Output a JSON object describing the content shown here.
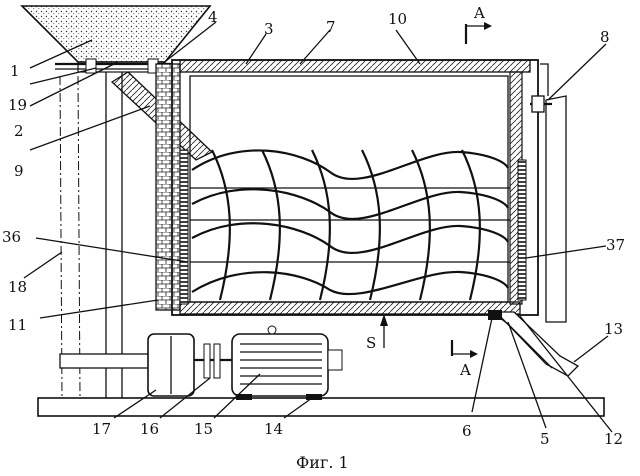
{
  "caption": "Фиг. 1",
  "section_marker": "A",
  "flow_label": "S",
  "labels": [
    "1",
    "19",
    "2",
    "9",
    "4",
    "3",
    "7",
    "10",
    "8",
    "36",
    "37",
    "18",
    "11",
    "13",
    "17",
    "16",
    "15",
    "14",
    "6",
    "5",
    "12"
  ]
}
